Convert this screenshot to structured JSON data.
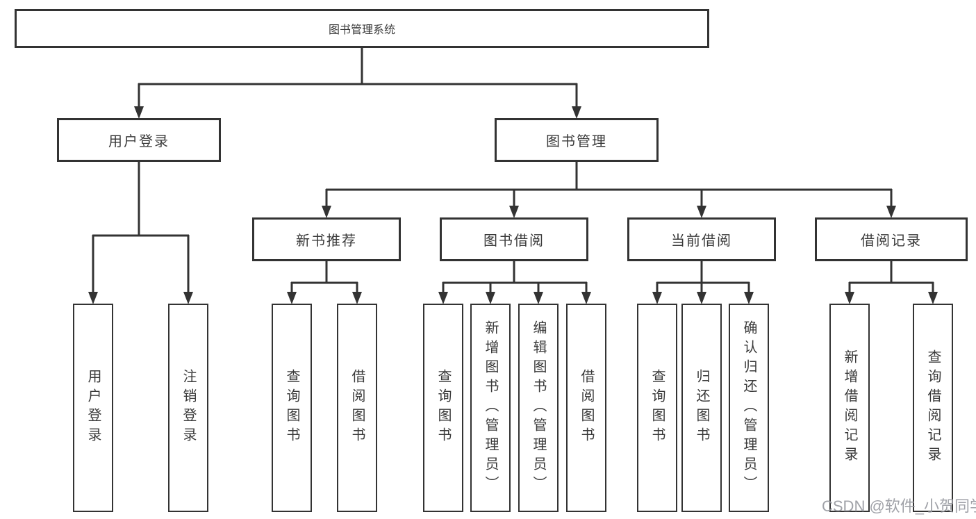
{
  "colors": {
    "line": "#333333",
    "box_border": "#333333",
    "text": "#3a3a3a",
    "background": "#ffffff",
    "watermark": "#96989e"
  },
  "watermark": {
    "text": "CSDN @软件_小贺同学"
  },
  "diagram": {
    "type": "tree",
    "root": {
      "label": "图书管理系统"
    },
    "level2": [
      {
        "label": "用户登录"
      },
      {
        "label": "图书管理"
      }
    ],
    "level3": [
      {
        "label": "新书推荐",
        "parent": "图书管理"
      },
      {
        "label": "图书借阅",
        "parent": "图书管理"
      },
      {
        "label": "当前借阅",
        "parent": "图书管理"
      },
      {
        "label": "借阅记录",
        "parent": "图书管理"
      }
    ],
    "leaves": [
      {
        "label": "用户登录",
        "parent": "用户登录"
      },
      {
        "label": "注销登录",
        "parent": "用户登录"
      },
      {
        "label": "查询图书",
        "parent": "新书推荐"
      },
      {
        "label": "借阅图书",
        "parent": "新书推荐"
      },
      {
        "label": "查询图书",
        "parent": "图书借阅"
      },
      {
        "label": "新增图书（管理员）",
        "parent": "图书借阅"
      },
      {
        "label": "编辑图书（管理员）",
        "parent": "图书借阅"
      },
      {
        "label": "借阅图书",
        "parent": "图书借阅"
      },
      {
        "label": "查询图书",
        "parent": "当前借阅"
      },
      {
        "label": "归还图书",
        "parent": "当前借阅"
      },
      {
        "label": "确认归还（管理员）",
        "parent": "当前借阅"
      },
      {
        "label": "新增借阅记录",
        "parent": "借阅记录"
      },
      {
        "label": "查询借阅记录",
        "parent": "借阅记录"
      }
    ]
  }
}
